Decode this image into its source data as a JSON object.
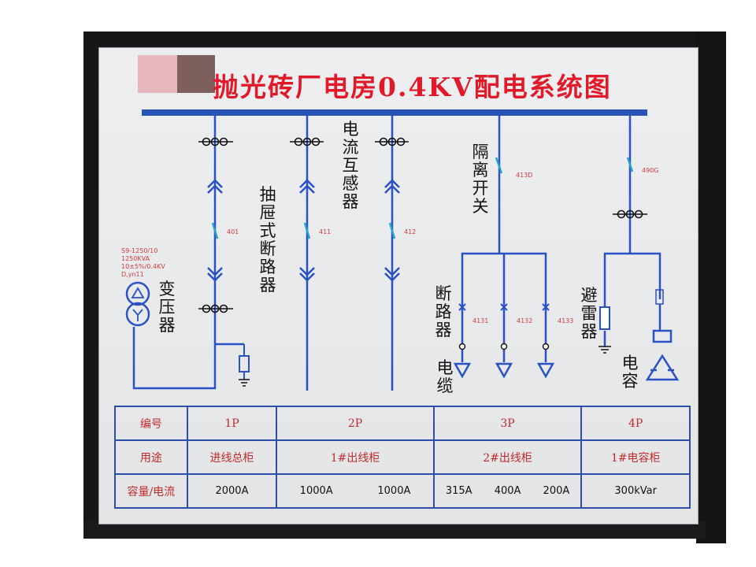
{
  "title": "抛光砖厂电房0.4KV配电系统图",
  "labels": {
    "transformer": "变压器",
    "drawout_breaker": "抽屉式断路器",
    "current_transformer": "电流互感器",
    "isolating_switch": "隔离开关",
    "breaker": "断路器",
    "cable": "电缆",
    "arrester": "避雷器",
    "capacitor": "电容"
  },
  "transformer_specs": [
    "S9-1250/10",
    "1250KVA",
    "10±5%/0.4KV",
    "D,yn11"
  ],
  "switch_codes": {
    "c401": "401",
    "c411": "411",
    "c412": "412",
    "c413": "413D",
    "c4131": "4131",
    "c4132": "4132",
    "c4133": "4133",
    "c490": "490G"
  },
  "table": {
    "row_headers": [
      "编号",
      "用途",
      "容量/电流"
    ],
    "numbers": [
      "1P",
      "2P",
      "3P",
      "4P"
    ],
    "uses": [
      "进线总柜",
      "1#出线柜",
      "2#出线柜",
      "1#电容柜"
    ],
    "cap_1p": "2000A",
    "cap_2p": [
      "1000A",
      "1000A"
    ],
    "cap_3p": [
      "315A",
      "400A",
      "200A"
    ],
    "cap_4p": "300kVar"
  },
  "colors": {
    "line": "#2b52c4",
    "busbar": "#2a53b8",
    "title": "#e11a2a",
    "code": "#d23b3b",
    "table_border": "#2c4ea8"
  }
}
